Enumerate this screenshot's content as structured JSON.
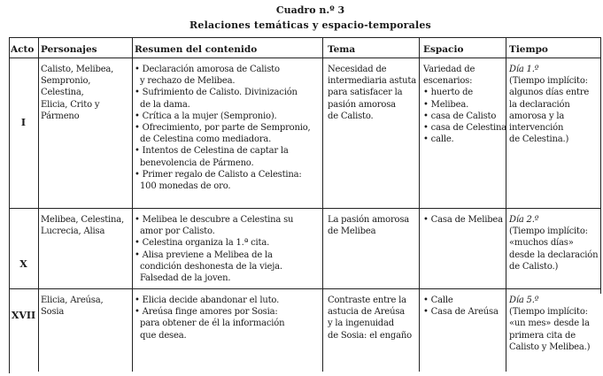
{
  "title": "Cuadro n.º 3",
  "subtitle": "Relaciones temáticas y espacio-temporales",
  "headers": [
    "Acto",
    "Personajes",
    "Resumen del contenido",
    "Tema",
    "Espacio",
    "Tiempo"
  ],
  "rows": [
    {
      "acto": "I",
      "personajes": [
        "Calisto, Melibea,",
        "Sempronio,",
        "Celestina,",
        "Elicia, Crito y",
        "Pármeno"
      ],
      "resumen": [
        "• Declaración amorosa de Calisto",
        "y rechazo de Melibea.",
        "• Sufrimiento de Calisto. Divinización",
        "de la dama.",
        "• Crítica a la mujer (Sempronio).",
        "• Ofrecimiento, por parte de Sempronio,",
        "de Celestina como mediadora.",
        "• Intentos de Celestina de captar la",
        "benevolencia de Pármeno.",
        "• Primer regalo de Calisto a Celestina:",
        "100 monedas de oro."
      ],
      "tema": [
        "Necesidad de",
        "intermediaria astuta",
        "para satisfacer la",
        "pasión amorosa",
        "de Calisto."
      ],
      "espacio": [
        "Variedad de",
        "escenarios:",
        "• huerto de",
        "• Melibea.",
        "• casa de Calisto",
        "• casa de Celestina",
        "• calle."
      ],
      "tiempo_dia": "Día 1.º",
      "tiempo": [
        "(Tiempo implícito:",
        "algunos días entre",
        "la declaración",
        "amorosa y la",
        "intervención",
        "de Celestina.)"
      ]
    },
    {
      "acto": "X",
      "personajes": [
        "Melibea, Celestina,",
        "Lucrecia, Alisa"
      ],
      "resumen": [
        "• Melibea le descubre a Celestina su",
        "amor por Calisto.",
        "• Celestina organiza la 1.ª cita.",
        "• Alisa previene a Melibea de la",
        "condición deshonesta de la vieja.",
        "Falsedad de la joven."
      ],
      "tema": [
        "La pasión amorosa",
        "de Melibea"
      ],
      "espacio": [
        "• Casa de Melibea"
      ],
      "tiempo_dia": "Día 2.º",
      "tiempo": [
        "(Tiempo implícito:",
        "«muchos días»",
        "desde la declaración",
        "de Calisto.)"
      ]
    },
    {
      "acto": "XVII",
      "personajes": [
        "Elicia, Areúsa,",
        "Sosia"
      ],
      "resumen": [
        "• Elicia decide abandonar el luto.",
        "• Areúsa finge amores por Sosia:",
        "para obtener de él la información",
        "que desea."
      ],
      "tema": [
        "Contraste entre la",
        "astucia de Areúsa",
        "y la ingenuidad",
        "de Sosia: el engaño"
      ],
      "espacio": [
        "• Calle",
        "• Casa de Areúsa"
      ],
      "tiempo_dia": "Día 5.º",
      "tiempo": [
        "(Tiempo implícito:",
        "«un mes» desde la",
        "primera cita de",
        "Calisto y Melibea.)"
      ]
    }
  ]
}
